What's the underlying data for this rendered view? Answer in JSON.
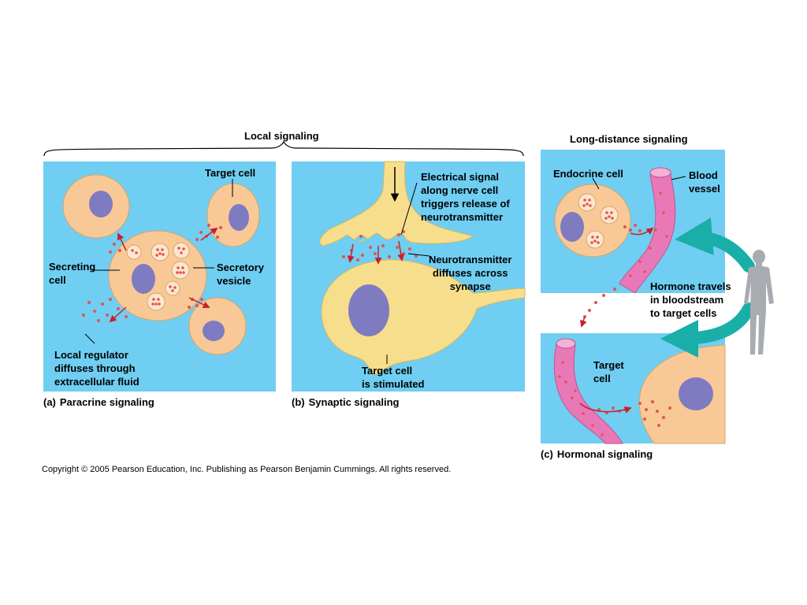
{
  "headers": {
    "local": "Local signaling",
    "long_distance": "Long-distance signaling"
  },
  "panel_a": {
    "letter": "(a)",
    "caption": "Paracrine signaling",
    "target_cell": "Target cell",
    "secreting_cell": [
      "Secreting",
      "cell"
    ],
    "secretory_vesicle": [
      "Secretory",
      "vesicle"
    ],
    "local_regulator": [
      "Local regulator",
      "diffuses through",
      "extracellular fluid"
    ]
  },
  "panel_b": {
    "letter": "(b)",
    "caption": "Synaptic signaling",
    "electrical_signal": [
      "Electrical signal",
      "along nerve cell",
      "triggers release of",
      "neurotransmitter"
    ],
    "neurotransmitter": [
      "Neurotransmitter",
      "diffuses across",
      "synapse"
    ],
    "target_cell": [
      "Target cell",
      "is stimulated"
    ]
  },
  "panel_c": {
    "letter": "(c)",
    "caption": "Hormonal signaling",
    "endocrine_cell": "Endocrine cell",
    "blood_vessel": [
      "Blood",
      "vessel"
    ],
    "hormone_travels": [
      "Hormone travels",
      "in bloodstream",
      "to target cells"
    ],
    "target_cell": [
      "Target",
      "cell"
    ]
  },
  "copyright": "Copyright ©  2005 Pearson Education, Inc. Publishing as Pearson Benjamin Cummings. All rights reserved.",
  "colors": {
    "panel_bg": "#6fcef2",
    "cell_fill": "#f8c996",
    "nucleus": "#7f7bc1",
    "neuron": "#f7de8c",
    "vessel": "#e878b8",
    "molecule": "#e5544b",
    "arrow": "#c8202a",
    "human_arrow": "#1aaea9"
  }
}
